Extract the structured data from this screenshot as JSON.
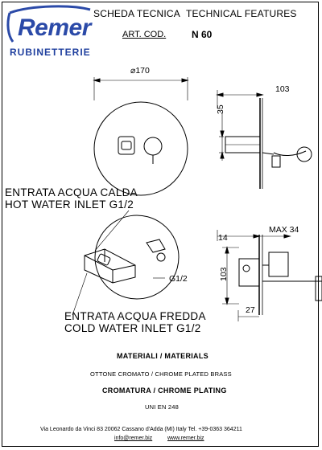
{
  "logo": {
    "brand": "Remer",
    "subtitle": "RUBINETTERIE",
    "brand_color": "#2b4aa8"
  },
  "header": {
    "title_it": "SCHEDA TECNICA",
    "title_en": "TECHNICAL FEATURES",
    "art_label": "ART. COD.",
    "art_code": "N 60"
  },
  "dimensions": {
    "diameter": "170",
    "depth_top": "103",
    "height_top": "35",
    "thickness": "14",
    "max_label": "MAX 34",
    "height_side": "103",
    "bottom": "27",
    "thread": "G1/2"
  },
  "labels": {
    "hot_it": "ENTRATA  ACQUA CALDA",
    "hot_en": "HOT WATER INLET G1/2",
    "cold_it": "ENTRATA ACQUA FREDDA",
    "cold_en": "COLD WATER INLET  G1/2"
  },
  "materials": {
    "heading": "MATERIALI  /  MATERIALS",
    "material": "OTTONE  CROMATO  /  CHROME  PLATED BRASS",
    "plating_heading": "CROMATURA / CHROME PLATING",
    "standard": "UNI EN 248"
  },
  "footer": {
    "address": "Via Leonardo da Vinci 83     20062 Cassano d'Adda (MI) Italy Tel. +39-0363 364211",
    "email": "info@remer.biz",
    "website": "www.remer.biz"
  }
}
